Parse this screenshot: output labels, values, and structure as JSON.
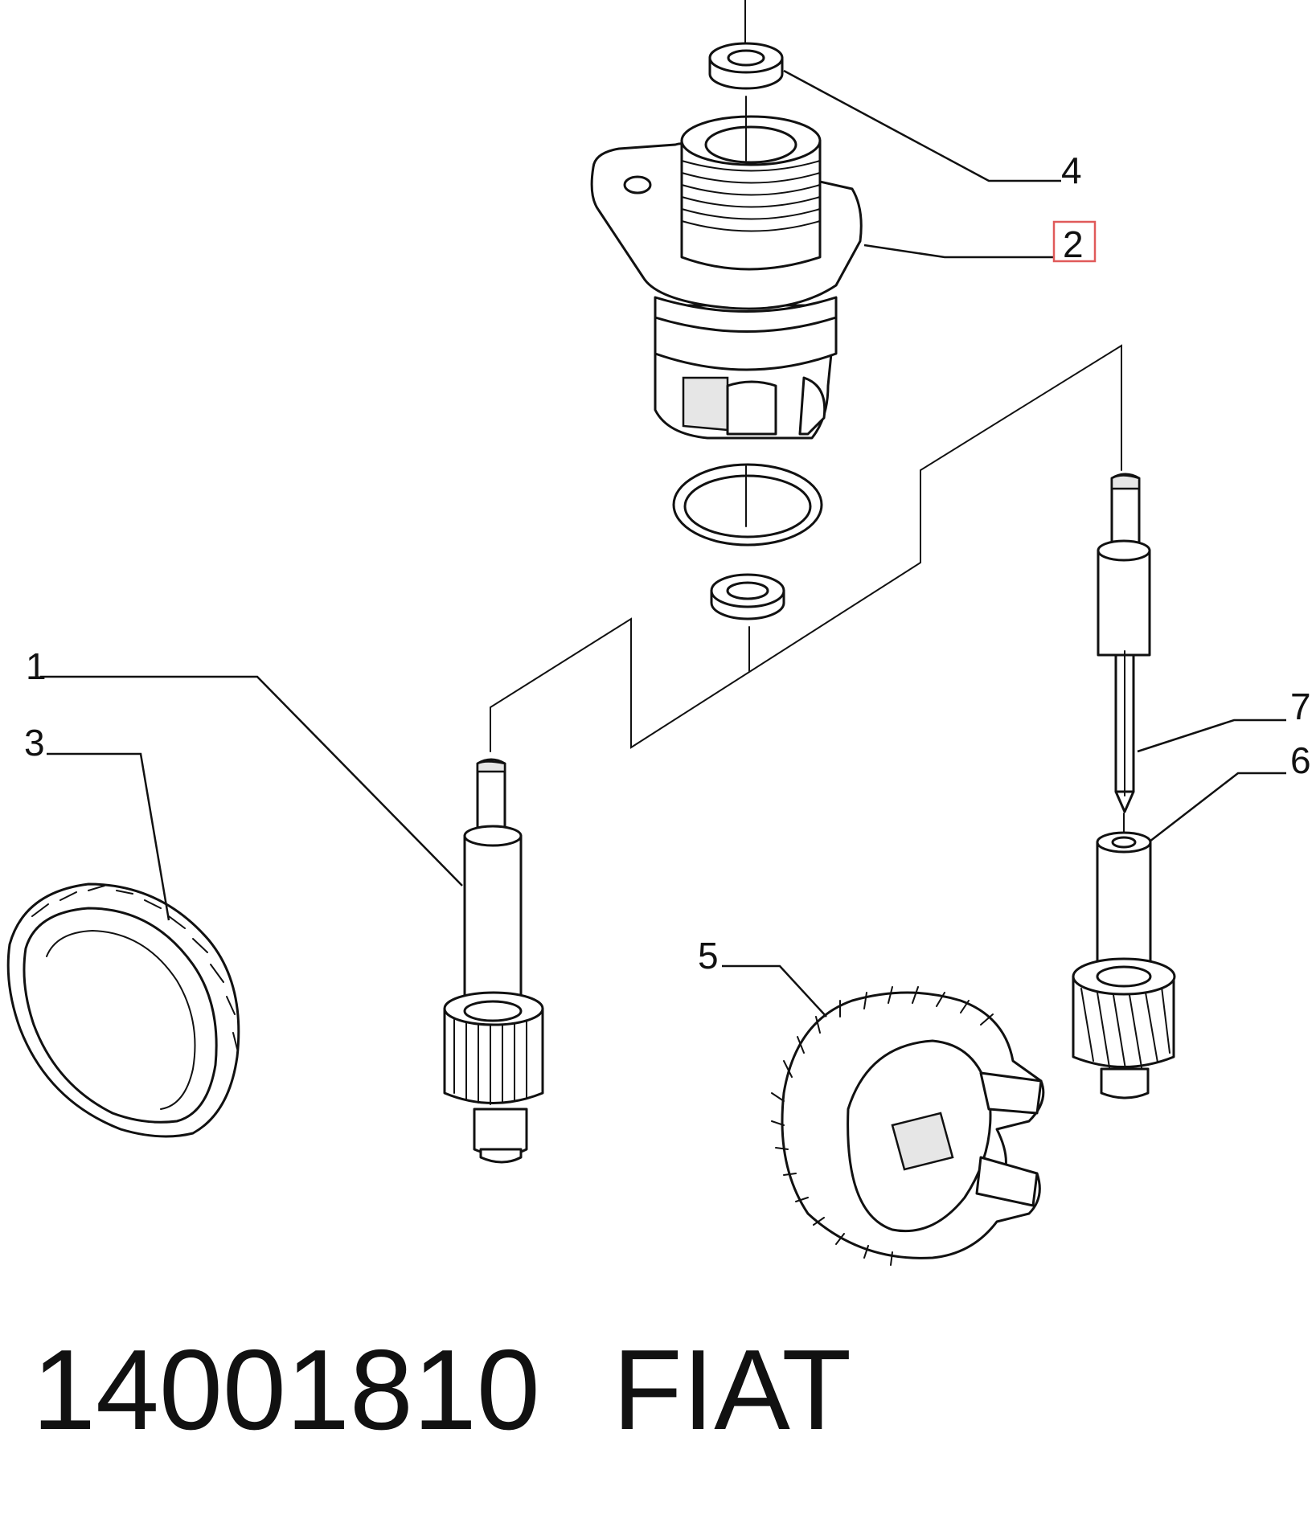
{
  "callouts": [
    {
      "id": "1",
      "label": "1"
    },
    {
      "id": "2",
      "label": "2",
      "highlighted": true
    },
    {
      "id": "3",
      "label": "3"
    },
    {
      "id": "4",
      "label": "4"
    },
    {
      "id": "5",
      "label": "5"
    },
    {
      "id": "6",
      "label": "6"
    },
    {
      "id": "7",
      "label": "7"
    }
  ],
  "footer": {
    "part_number": "14001810",
    "brand": "FIAT"
  },
  "colors": {
    "line": "#111111",
    "highlight": "#e05a5a",
    "background": "#ffffff"
  }
}
